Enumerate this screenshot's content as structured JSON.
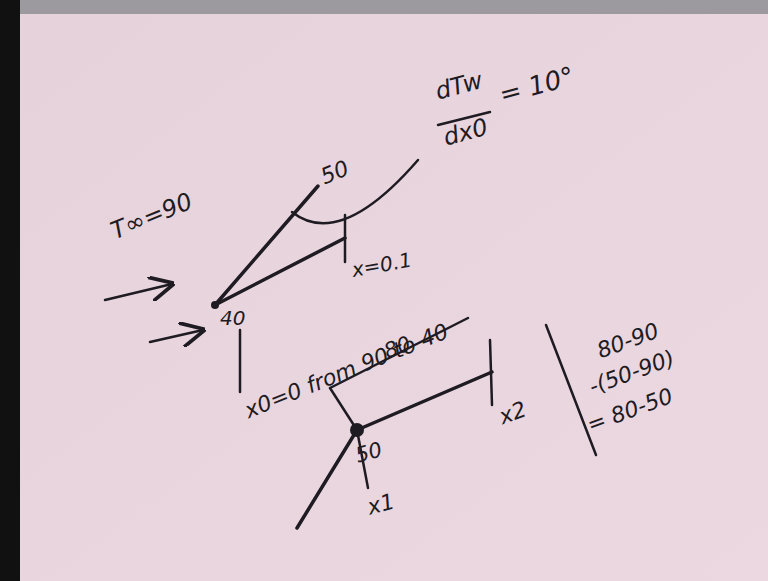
{
  "diagram": {
    "labels": [
      "T∞=90",
      "50",
      "dTw",
      "dx0",
      "= 10°",
      "40",
      "x=0.1",
      "x0=0 from 90 to 40",
      "80",
      "50",
      "x2",
      "x1",
      "80-90",
      "-(50-90)",
      "= 80-50"
    ]
  }
}
